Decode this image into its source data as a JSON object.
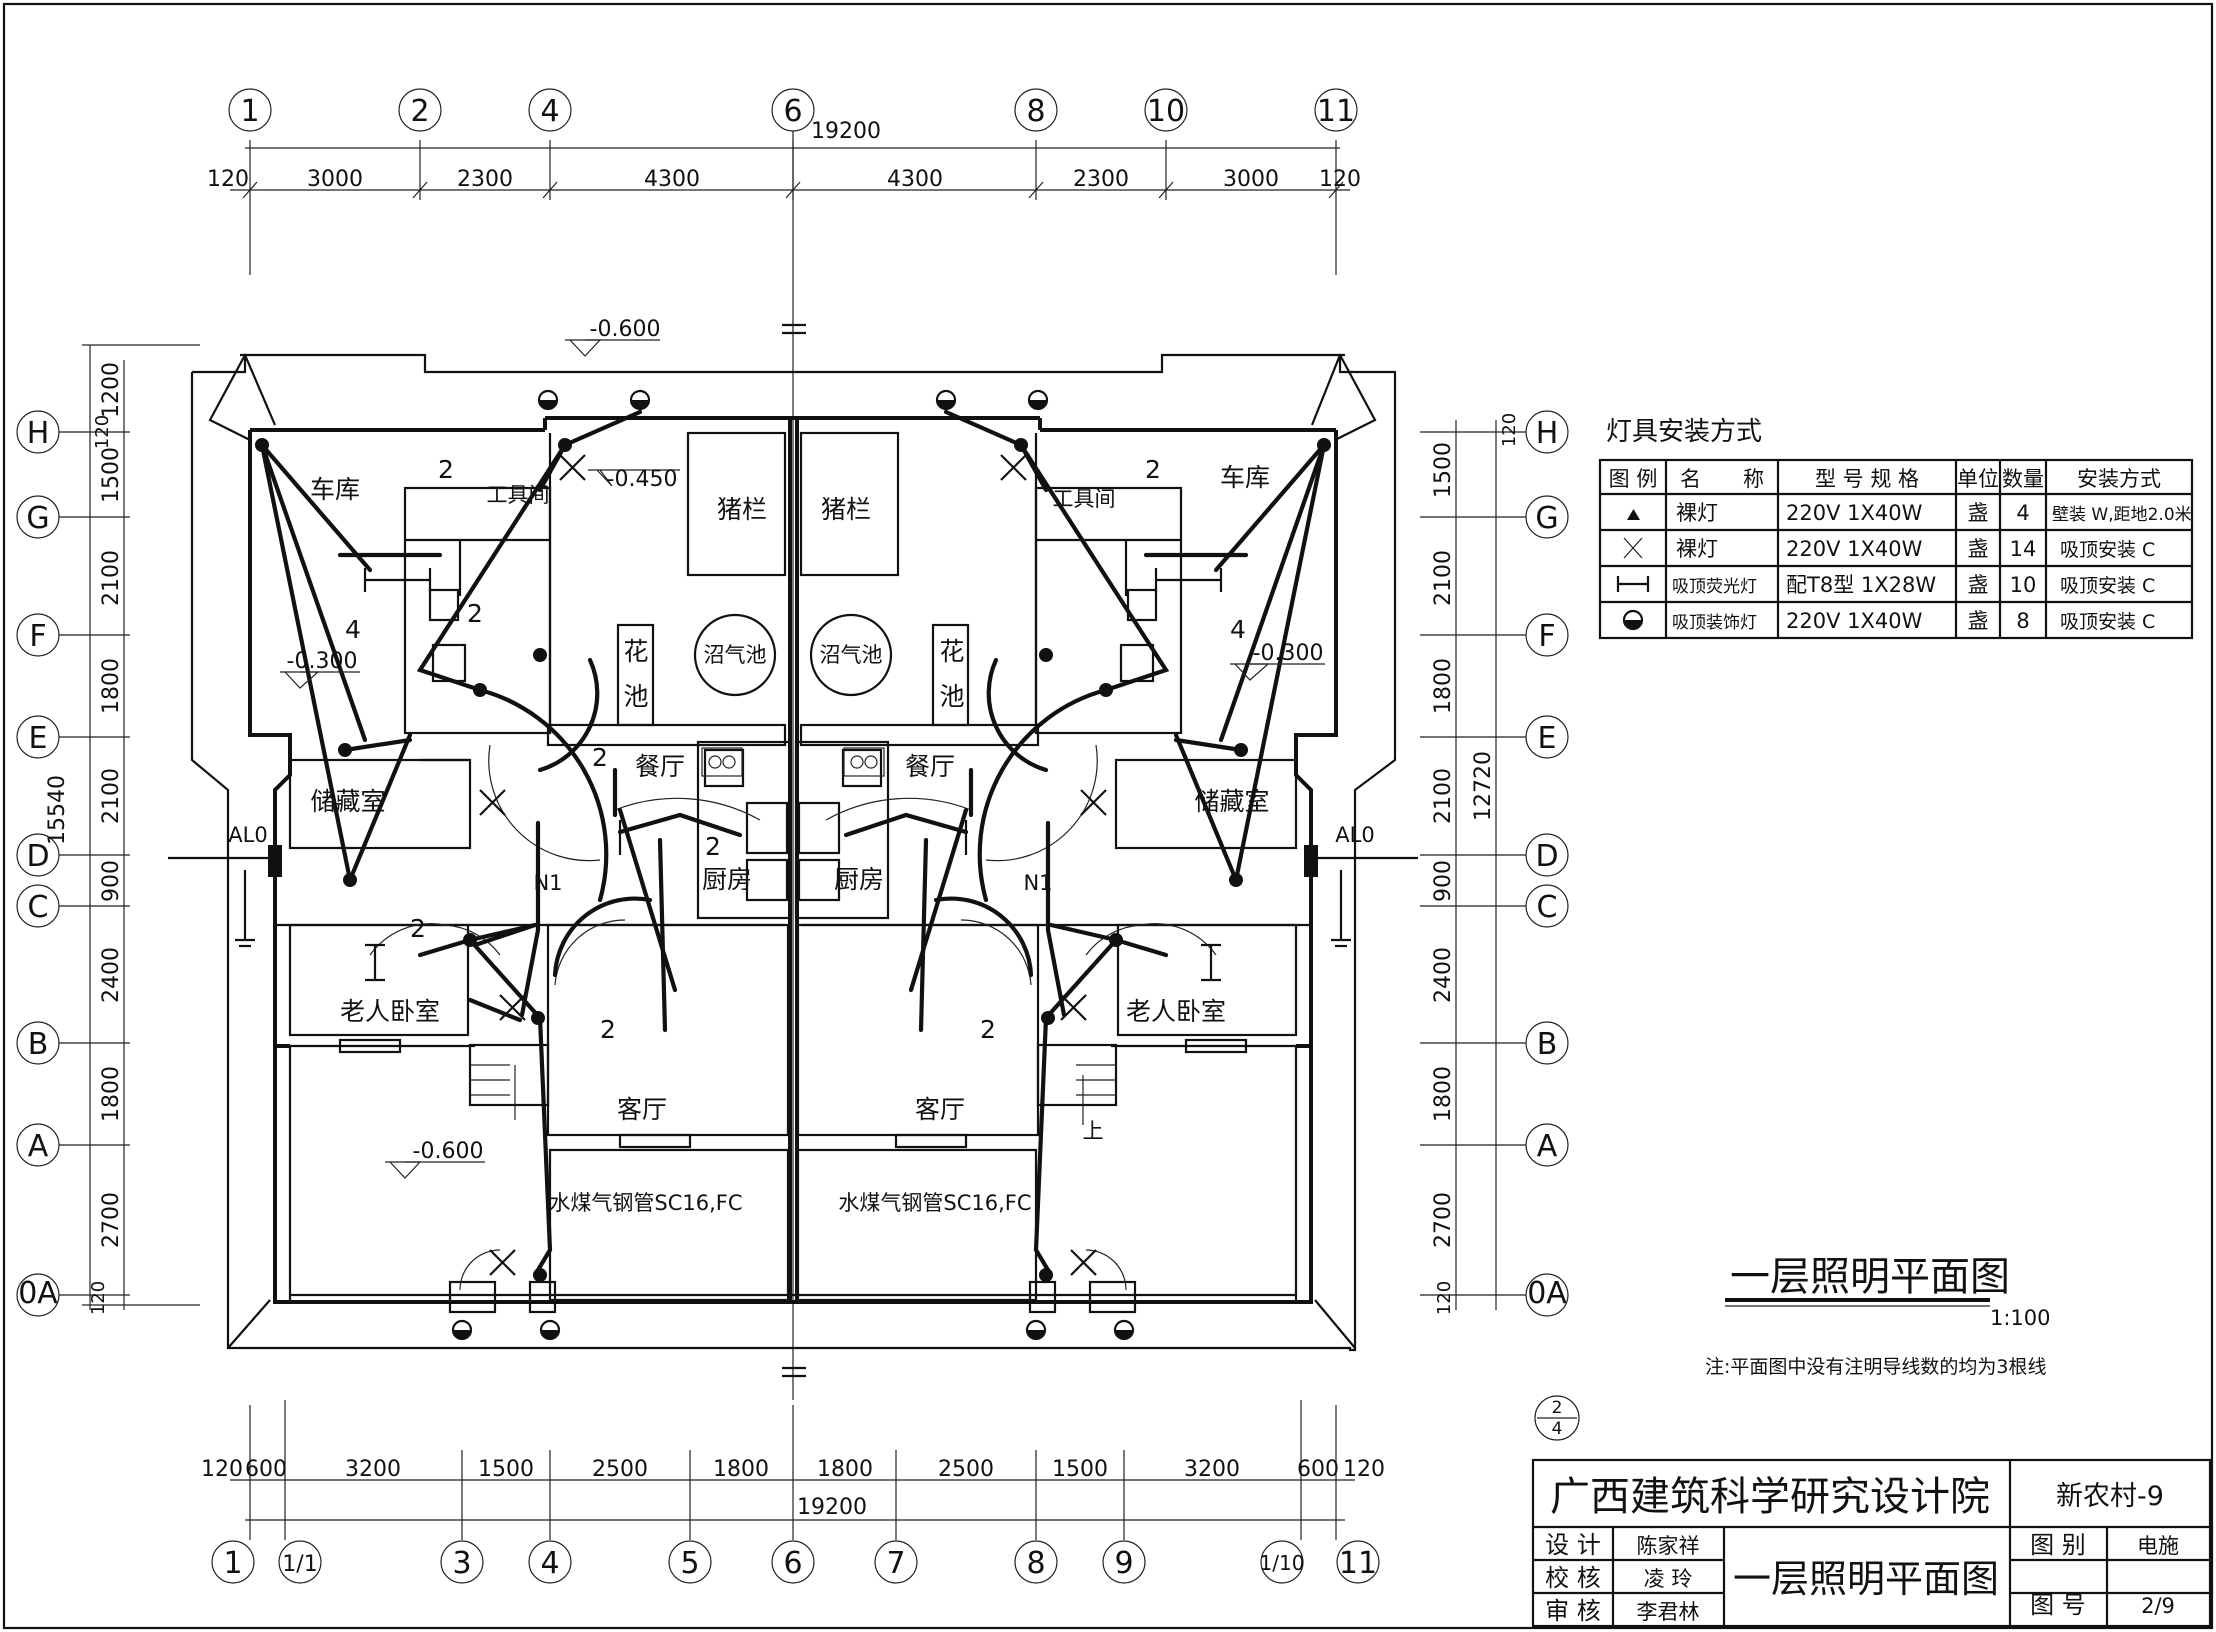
{
  "drawing": {
    "title": "一层照明平面图",
    "scale": "1:100",
    "note": "注:平面图中没有注明导线数的均为3根线",
    "detail_ref_top": "2",
    "detail_ref_bottom": "4"
  },
  "axes_top": [
    "1",
    "2",
    "4",
    "6",
    "8",
    "10",
    "11"
  ],
  "axes_bottom": [
    "1",
    "1/1",
    "3",
    "4",
    "5",
    "6",
    "7",
    "8",
    "9",
    "1/10",
    "11"
  ],
  "axes_rows": [
    "H",
    "G",
    "F",
    "E",
    "D",
    "C",
    "B",
    "A",
    "0A"
  ],
  "dims_top": {
    "total": "19200",
    "segments": [
      "120",
      "3000",
      "2300",
      "4300",
      "4300",
      "2300",
      "3000",
      "120"
    ]
  },
  "dims_bottom": {
    "total": "19200",
    "segments": [
      "120",
      "600",
      "3200",
      "1500",
      "2500",
      "1800",
      "1800",
      "2500",
      "1500",
      "3200",
      "600",
      "120"
    ]
  },
  "dims_left": {
    "total": "15540",
    "segments": [
      "1200",
      "120",
      "1500",
      "2100",
      "1800",
      "2100",
      "900",
      "2400",
      "1800",
      "2700",
      "120"
    ]
  },
  "dims_right": {
    "total": "12720",
    "segments": [
      "120",
      "1500",
      "2100",
      "1800",
      "2100",
      "900",
      "2400",
      "1800",
      "2700",
      "120"
    ]
  },
  "levels": {
    "l1": "-0.600",
    "l2": "-0.450",
    "l3": "-0.300",
    "l4": "-0.300",
    "l5": "-0.600"
  },
  "rooms": {
    "garage": "车库",
    "tool": "工具间",
    "pig": "猪栏",
    "biogas": "沼气池",
    "flower1": "花",
    "flower2": "池",
    "storage": "储藏室",
    "dining": "餐厅",
    "kitchen": "厨房",
    "elder": "老人卧室",
    "living": "客厅",
    "gas_pipe": "水煤气钢管SC16,FC",
    "panel": "AL0",
    "circuit": "N1",
    "up": "上"
  },
  "wire_counts": [
    "2",
    "4",
    "2",
    "2",
    "2",
    "2",
    "2",
    "2",
    "4",
    "2"
  ],
  "legend": {
    "title": "灯具安装方式",
    "headers": [
      "图 例",
      "名　　称",
      "型 号 规 格",
      "单位",
      "数量",
      "安装方式"
    ],
    "rows": [
      {
        "symbol": "triangle-lamp-icon",
        "name": "裸灯",
        "model": "220V 1X40W",
        "unit": "盏",
        "qty": "4",
        "install": "壁装 W,距地2.0米"
      },
      {
        "symbol": "cross-lamp-icon",
        "name": "裸灯",
        "model": "220V 1X40W",
        "unit": "盏",
        "qty": "14",
        "install": "吸顶安装 C"
      },
      {
        "symbol": "fluorescent-lamp-icon",
        "name": "吸顶荧光灯",
        "model": "配T8型 1X28W",
        "unit": "盏",
        "qty": "10",
        "install": "吸顶安装 C"
      },
      {
        "symbol": "ceiling-deco-lamp-icon",
        "name": "吸顶装饰灯",
        "model": "220V 1X40W",
        "unit": "盏",
        "qty": "8",
        "install": "吸顶安装 C"
      }
    ]
  },
  "title_block": {
    "institute": "广西建筑科学研究设计院",
    "project": "新农村-9",
    "drawing_name": "一层照明平面图",
    "roles": [
      {
        "role": "设 计",
        "name": "陈家祥"
      },
      {
        "role": "校 核",
        "name": "凌 玲"
      },
      {
        "role": "审 核",
        "name": "李君林"
      }
    ],
    "category_label": "图 别",
    "category": "电施",
    "number_label": "图 号",
    "number": "2/9"
  }
}
